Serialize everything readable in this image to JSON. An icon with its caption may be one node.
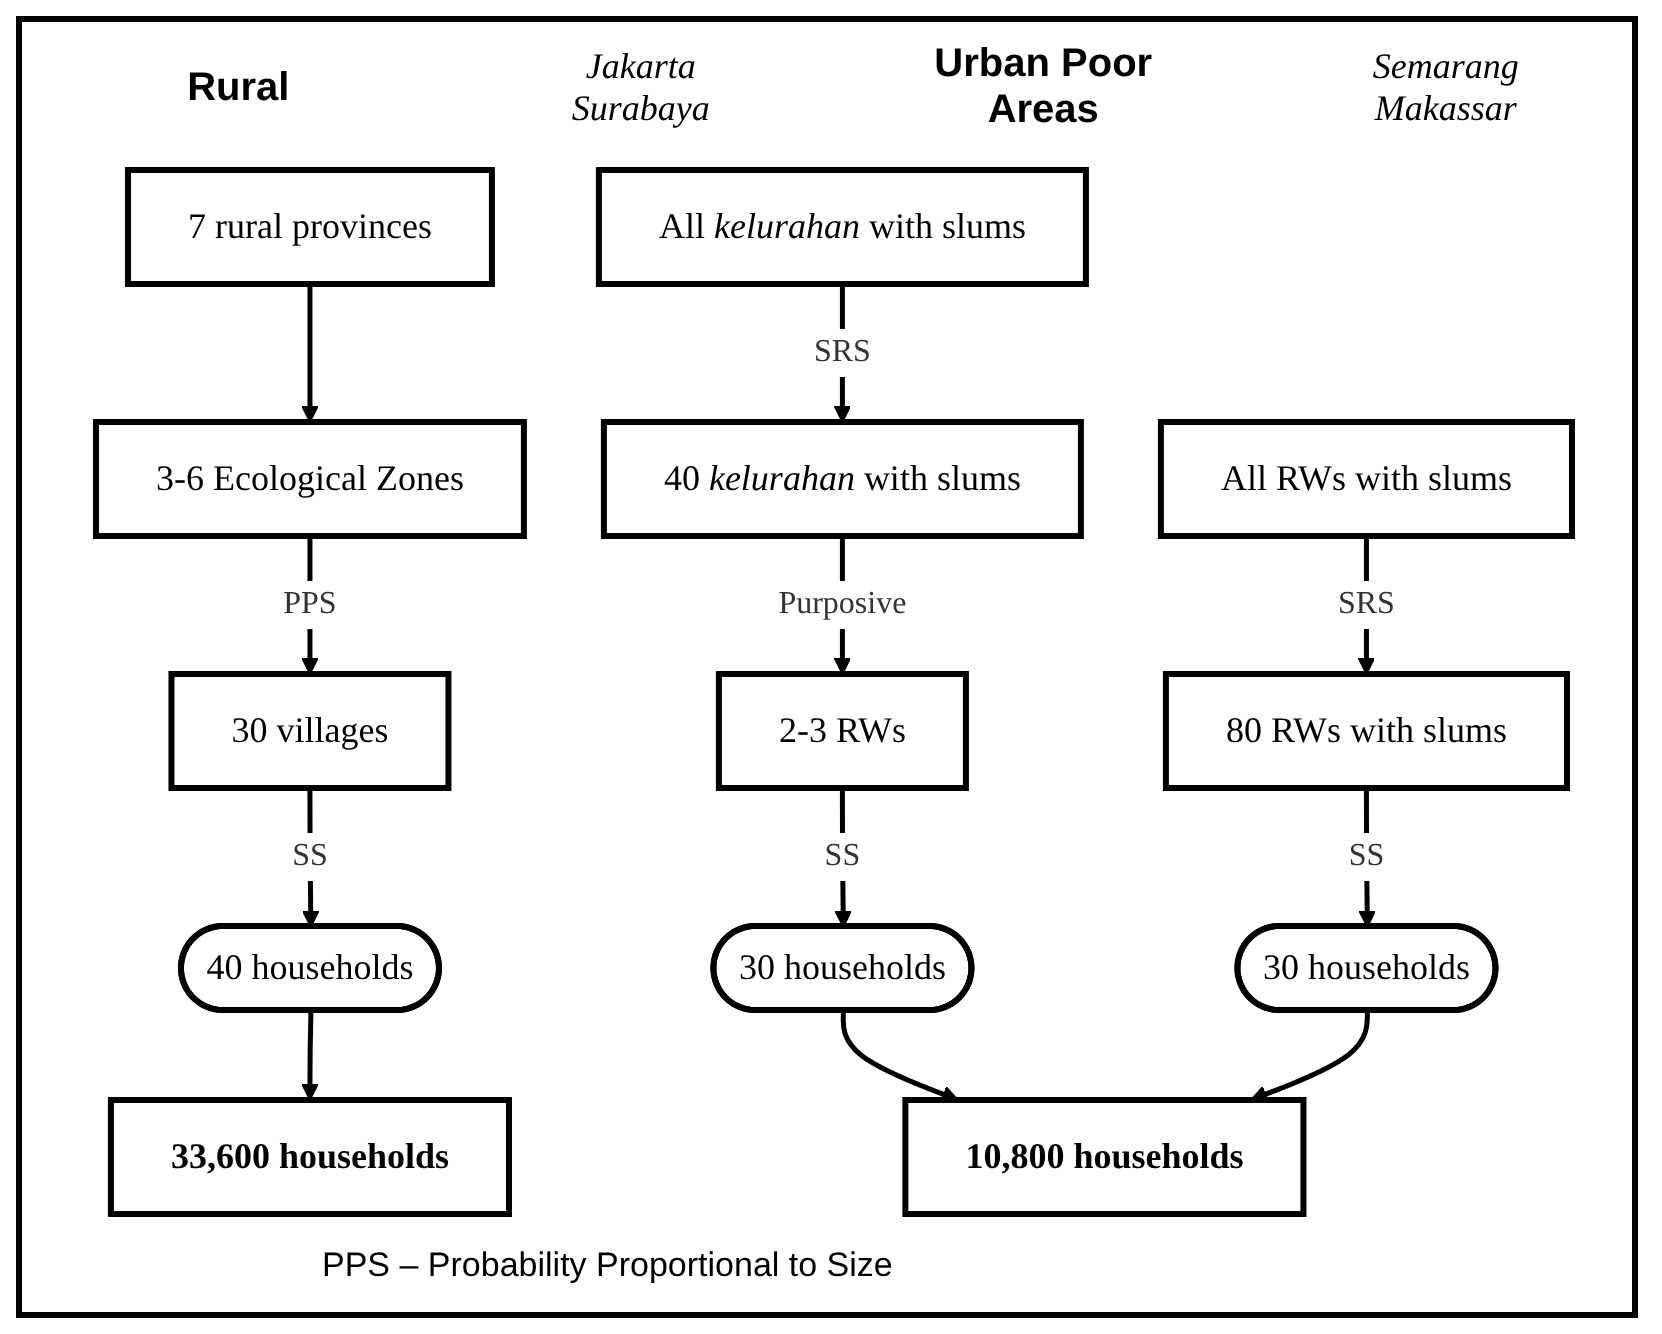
{
  "diagram": {
    "nodes": [
      {
        "text": [
          "7 rural provinces"
        ]
      },
      {
        "text": [
          "3-6 Ecological Zones"
        ]
      },
      {
        "text": [
          "30 villages"
        ]
      },
      {
        "text": [
          "40 households"
        ]
      },
      {
        "text": [
          "33,600 households"
        ]
      },
      {
        "text": [
          "All *kelurahan* with slums"
        ]
      },
      {
        "text": [
          "40 *kelurahan* with slums"
        ]
      },
      {
        "text": [
          "2-3 RWs"
        ]
      },
      {
        "text": [
          "30 households"
        ]
      },
      {
        "text": [
          "All RWs with slums"
        ]
      },
      {
        "text": [
          "80 RWs with slums"
        ]
      },
      {
        "text": [
          "30 households"
        ]
      },
      {
        "text": [
          "10,800 households"
        ]
      }
    ],
    "edges": [
      {
        "from": 0,
        "to": 1,
        "arrow": "to"
      },
      {
        "from": 1,
        "to": 2,
        "arrow": "to",
        "label": "PPS"
      },
      {
        "from": 2,
        "to": 3,
        "arrow": "to",
        "label": "SS"
      },
      {
        "from": 3,
        "to": 4,
        "arrow": "to"
      },
      {
        "from": 5,
        "to": 6,
        "arrow": "to",
        "label": "SRS"
      },
      {
        "from": 6,
        "to": 7,
        "arrow": "to",
        "label": "Purposive"
      },
      {
        "from": 7,
        "to": 8,
        "arrow": "to",
        "label": "SS"
      },
      {
        "from": 9,
        "to": 10,
        "arrow": "to",
        "label": "SRS"
      },
      {
        "from": 10,
        "to": 11,
        "arrow": "to",
        "label": "SS"
      },
      {
        "from": 8,
        "to": 12,
        "arrow": "to"
      },
      {
        "from": 11,
        "to": 12,
        "arrow": "to"
      }
    ],
    "labels": [
      "Jakarta Surabaya",
      "Urban Poor Areas",
      "Semarang Makassar",
      "Rural",
      "PPS – Probability Proportional to Size"
    ]
  }
}
